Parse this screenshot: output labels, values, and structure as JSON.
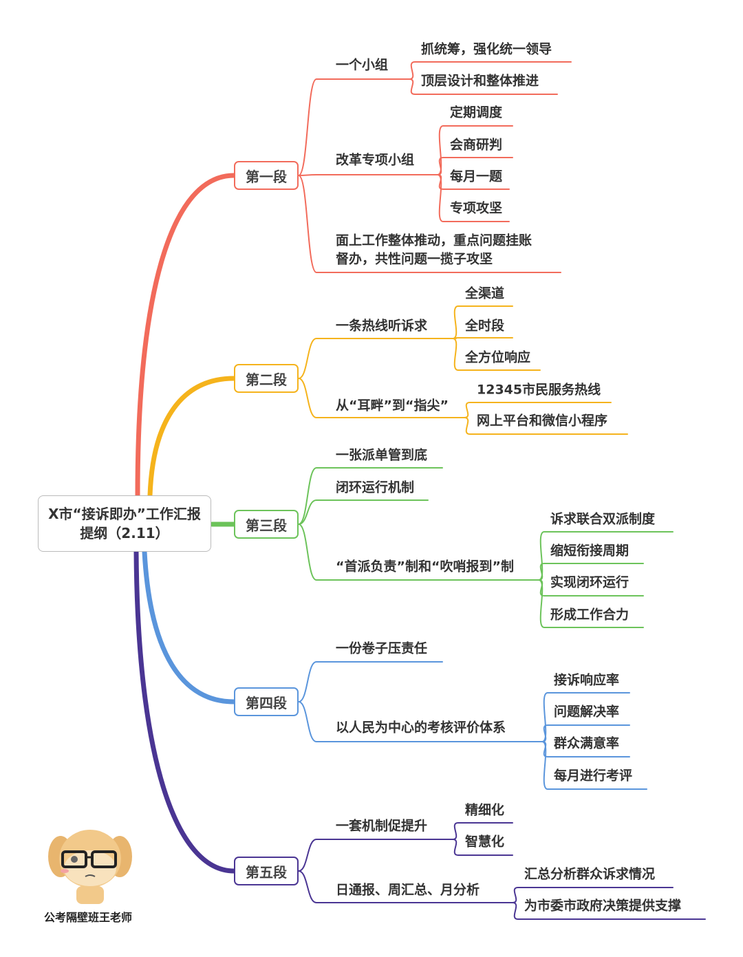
{
  "title": "X市“接诉即办”工作汇报提纲（2.11）",
  "colors": {
    "s1": "#f26b5b",
    "s2": "#f5b31c",
    "s3": "#6cc35a",
    "s4": "#5a95dc",
    "s5": "#4a3593"
  },
  "sections": [
    {
      "label": "第一段",
      "items": [
        {
          "label": "一个小组",
          "children": [
            "抓统筹，强化统一领导",
            "顶层设计和整体推进"
          ]
        },
        {
          "label": "改革专项小组",
          "children": [
            "定期调度",
            "会商研判",
            "每月一题",
            "专项攻坚"
          ]
        },
        {
          "label": "面上工作整体推动，重点问题挂账",
          "label2": "督办，共性问题一揽子攻坚",
          "children": []
        }
      ]
    },
    {
      "label": "第二段",
      "items": [
        {
          "label": "一条热线听诉求",
          "children": [
            "全渠道",
            "全时段",
            "全方位响应"
          ]
        },
        {
          "label": "从“耳畔”到“指尖”",
          "children": [
            "12345市民服务热线",
            "网上平台和微信小程序"
          ]
        }
      ]
    },
    {
      "label": "第三段",
      "items": [
        {
          "label": "一张派单管到底",
          "children": []
        },
        {
          "label": "闭环运行机制",
          "children": []
        },
        {
          "label": "“首派负责”制和“吹哨报到”制",
          "children": [
            "诉求联合双派制度",
            "缩短衔接周期",
            "实现闭环运行",
            "形成工作合力"
          ]
        }
      ]
    },
    {
      "label": "第四段",
      "items": [
        {
          "label": "一份卷子压责任",
          "children": []
        },
        {
          "label": "以人民为中心的考核评价体系",
          "children": [
            "接诉响应率",
            "问题解决率",
            "群众满意率",
            "每月进行考评"
          ]
        }
      ]
    },
    {
      "label": "第五段",
      "items": [
        {
          "label": "一套机制促提升",
          "children": [
            "精细化",
            "智慧化"
          ]
        },
        {
          "label": "日通报、周汇总、月分析",
          "children": [
            "汇总分析群众诉求情况",
            "为市委市政府决策提供支撑"
          ]
        }
      ]
    }
  ],
  "watermark": "公考隔壁班王老师"
}
